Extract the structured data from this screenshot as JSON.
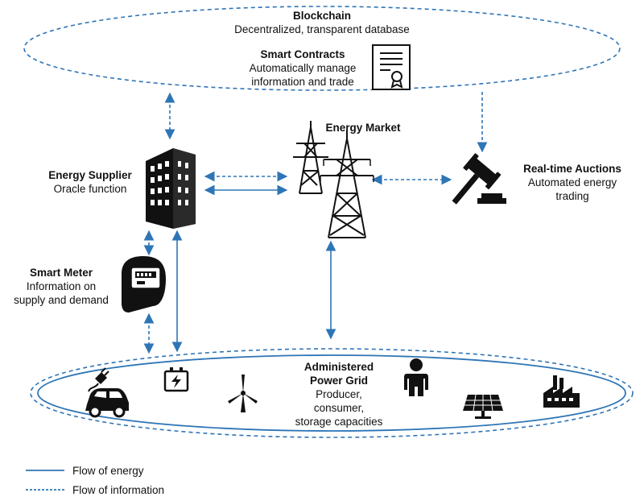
{
  "blockchain": {
    "title": "Blockchain",
    "subtitle": "Decentralized, transparent database"
  },
  "smart_contracts": {
    "title": "Smart Contracts",
    "line1": "Automatically manage",
    "line2": "information and trade"
  },
  "energy_supplier": {
    "title": "Energy Supplier",
    "subtitle": "Oracle function"
  },
  "energy_market": {
    "title": "Energy Market"
  },
  "auctions": {
    "title": "Real-time Auctions",
    "line1": "Automated energy",
    "line2": "trading"
  },
  "smart_meter": {
    "title": "Smart Meter",
    "line1": "Information on",
    "line2": "supply and demand"
  },
  "power_grid": {
    "title1": "Administered",
    "title2": "Power Grid",
    "line1": "Producer,",
    "line2": "consumer,",
    "line3": "storage capacities"
  },
  "legend": {
    "energy": "Flow of energy",
    "information": "Flow of information"
  },
  "colors": {
    "flow": "#2e75b6",
    "icon": "#111111"
  },
  "icons": [
    "document-certificate-icon",
    "office-building-icon",
    "power-pylon-icon",
    "gavel-icon",
    "smart-meter-icon",
    "electric-car-icon",
    "battery-icon",
    "wind-turbine-icon",
    "person-icon",
    "solar-panel-icon",
    "factory-icon"
  ]
}
